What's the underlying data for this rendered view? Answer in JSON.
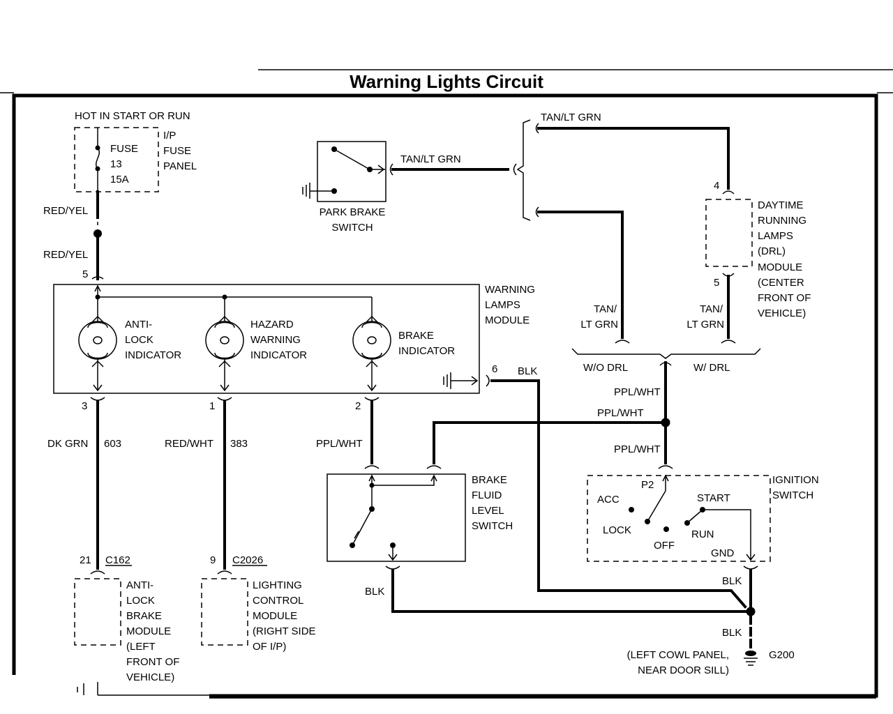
{
  "title": "Warning Lights Circuit",
  "power_source": "HOT IN START OR RUN",
  "fuse": {
    "lines": [
      "FUSE",
      "13",
      "15A"
    ]
  },
  "fuse_panel": {
    "lines": [
      "I/P",
      "FUSE",
      "PANEL"
    ]
  },
  "wire_labels": {
    "red_yel_top": "RED/YEL",
    "red_yel_bottom": "RED/YEL",
    "tan_lt_grn_switch": "TAN/LT GRN",
    "tan_lt_grn_top": "TAN/LT GRN",
    "tan_lt_grn_wo_drl_1": "TAN/",
    "tan_lt_grn_wo_drl_2": "LT GRN",
    "tan_lt_grn_w_drl_1": "TAN/",
    "tan_lt_grn_w_drl_2": "LT GRN",
    "blk_pin6": "BLK",
    "dk_grn": "DK GRN",
    "circuit_603": "603",
    "red_wht": "RED/WHT",
    "circuit_383": "383",
    "ppl_wht_pin2": "PPL/WHT",
    "ppl_wht_1": "PPL/WHT",
    "ppl_wht_2": "PPL/WHT",
    "ppl_wht_3": "PPL/WHT",
    "blk_brake": "BLK",
    "blk_ign": "BLK",
    "blk_ground": "BLK"
  },
  "park_brake_switch": {
    "lines": [
      "PARK BRAKE",
      "SWITCH"
    ]
  },
  "drl_module": {
    "lines": [
      "DAYTIME",
      "RUNNING",
      "LAMPS",
      "(DRL)",
      "MODULE",
      "(CENTER",
      "FRONT OF",
      "VEHICLE)"
    ]
  },
  "drl_options": {
    "without": "W/O DRL",
    "with": "W/ DRL"
  },
  "warning_module": {
    "lines": [
      "WARNING",
      "LAMPS",
      "MODULE"
    ]
  },
  "indicators": [
    {
      "lines": [
        "ANTI-",
        "LOCK",
        "INDICATOR"
      ]
    },
    {
      "lines": [
        "HAZARD",
        "WARNING",
        "INDICATOR"
      ]
    },
    {
      "lines": [
        "BRAKE",
        "INDICATOR"
      ]
    }
  ],
  "pins": {
    "p4": "4",
    "p5_drl": "5",
    "p5_wlm": "5",
    "p6": "6",
    "p3": "3",
    "p1": "1",
    "p2": "2",
    "p21": "21",
    "p9": "9"
  },
  "connectors": {
    "c162": "C162",
    "c2026": "C2026"
  },
  "brake_fluid_switch": {
    "lines": [
      "BRAKE",
      "FLUID",
      "LEVEL",
      "SWITCH"
    ]
  },
  "ignition_switch": {
    "lines": [
      "IGNITION",
      "SWITCH"
    ],
    "p2": "P2",
    "acc": "ACC",
    "lock": "LOCK",
    "off": "OFF",
    "start": "START",
    "run": "RUN",
    "gnd": "GND"
  },
  "abs_module": {
    "lines": [
      "ANTI-",
      "LOCK",
      "BRAKE",
      "MODULE",
      "(LEFT",
      "FRONT OF",
      "VEHICLE)"
    ]
  },
  "lighting_module": {
    "lines": [
      "LIGHTING",
      "CONTROL",
      "MODULE",
      "(RIGHT SIDE",
      "OF I/P)"
    ]
  },
  "ground": {
    "location_lines": [
      "(LEFT COWL PANEL,",
      "NEAR DOOR SILL)"
    ],
    "id": "G200"
  }
}
